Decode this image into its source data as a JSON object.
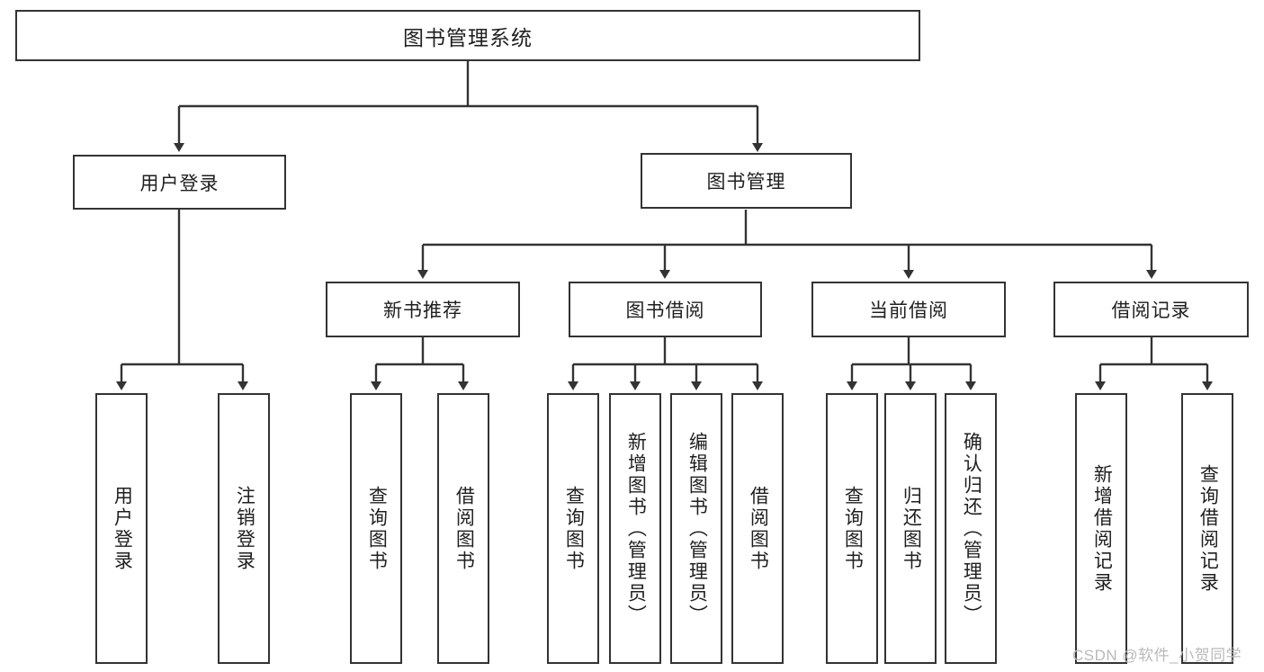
{
  "diagram": {
    "type": "tree",
    "title": "图书管理系统",
    "watermark": "CSDN @软件_小贺同学",
    "colors": {
      "box_border": "#333333",
      "box_fill": "#ffffff",
      "edge": "#333333",
      "text": "#1f1f1f",
      "watermark": "#b9b9b9"
    },
    "root": {
      "label": "图书管理系统"
    },
    "level2": [
      {
        "label": "用户登录"
      },
      {
        "label": "图书管理"
      }
    ],
    "level3": [
      {
        "label": "新书推荐"
      },
      {
        "label": "图书借阅"
      },
      {
        "label": "当前借阅"
      },
      {
        "label": "借阅记录"
      }
    ],
    "leaves": {
      "user_login": [
        {
          "label": "用户登录"
        },
        {
          "label": "注销登录"
        }
      ],
      "new_book": [
        {
          "label": "查询图书"
        },
        {
          "label": "借阅图书"
        }
      ],
      "book_borrow": [
        {
          "label": "查询图书"
        },
        {
          "label": "新增图书（管理员）"
        },
        {
          "label": "编辑图书（管理员）"
        },
        {
          "label": "借阅图书"
        }
      ],
      "current_borrow": [
        {
          "label": "查询图书"
        },
        {
          "label": "归还图书"
        },
        {
          "label": "确认归还（管理员）"
        }
      ],
      "borrow_record": [
        {
          "label": "新增借阅记录"
        },
        {
          "label": "查询借阅记录"
        }
      ]
    }
  }
}
